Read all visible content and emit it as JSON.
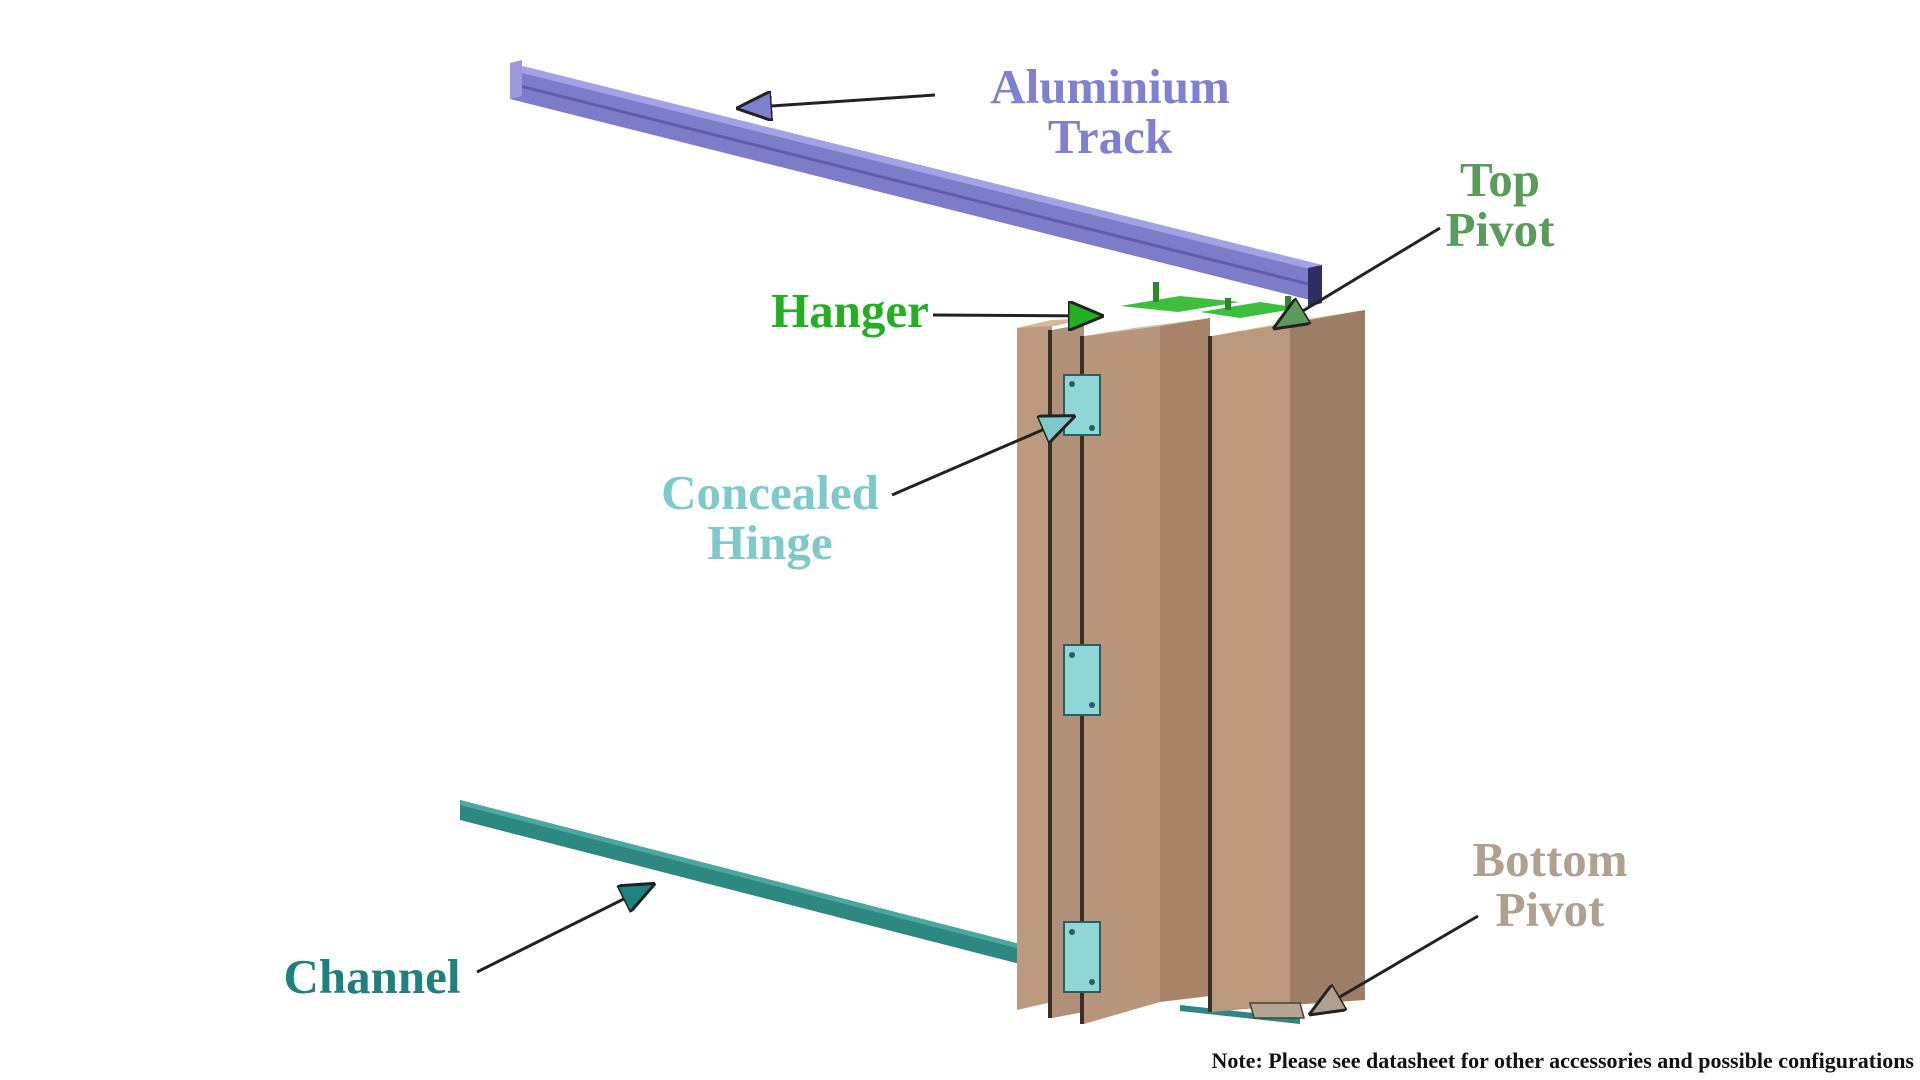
{
  "labels": {
    "aluminium_track": {
      "line1": "Aluminium",
      "line2": "Track"
    },
    "top_pivot": {
      "line1": "Top",
      "line2": "Pivot"
    },
    "hanger": "Hanger",
    "concealed_hinge": {
      "line1": "Concealed",
      "line2": "Hinge"
    },
    "bottom_pivot": {
      "line1": "Bottom",
      "line2": "Pivot"
    },
    "channel": "Channel"
  },
  "note": "Note: Please see datasheet for other accessories and possible configurations",
  "colors": {
    "track": "#8080d0",
    "top_pivot": "#5a9a5a",
    "hanger": "#22b022",
    "hinge": "#7ecaca",
    "bottom_pivot": "#b0a090",
    "channel": "#1f8080",
    "panel": "#b8977c"
  }
}
